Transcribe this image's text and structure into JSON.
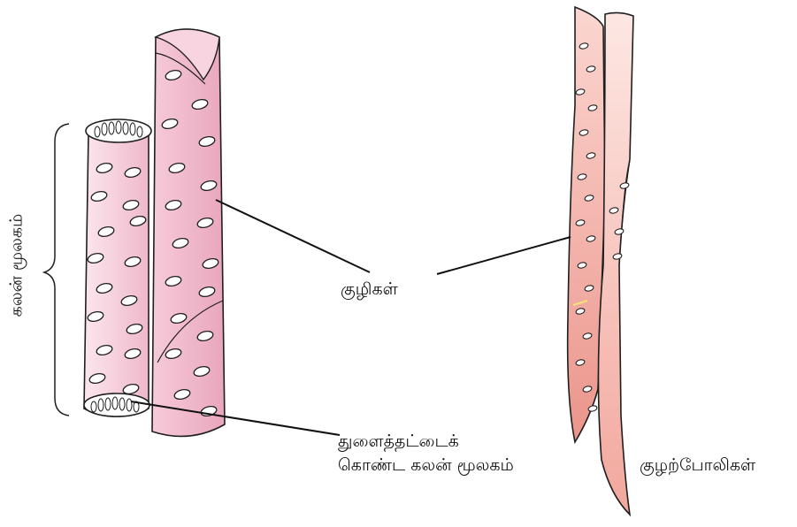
{
  "labels": {
    "vessel_element": "கலன் மூலகம்",
    "pits": "குழிகள்",
    "perforated_line1": "துளைத்தட்டைக்",
    "perforated_line2": "கொண்ட கலன் மூலகம்",
    "tracheids": "குழற்போலிகள்"
  },
  "colors": {
    "vessel_fill": "#efb3c8",
    "vessel_light": "#fbe4ec",
    "tracheid_fill": "#f0b1a8",
    "tracheid_light": "#fbdad5",
    "outline": "#1f1f1f"
  }
}
